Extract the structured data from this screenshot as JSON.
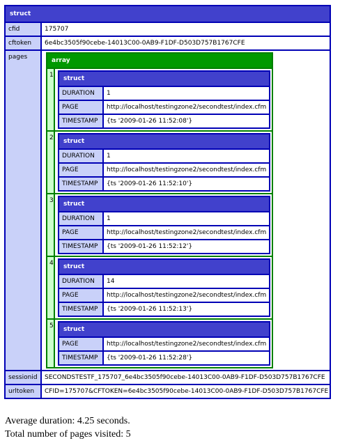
{
  "dump": {
    "title": "struct",
    "cfid": {
      "key": "cfid",
      "value": "175707"
    },
    "cftoken": {
      "key": "cftoken",
      "value": "6e4bc3505f90cebe-14013C00-0AB9-F1DF-D503D757B1767CFE"
    },
    "pages": {
      "key": "pages",
      "array_title": "array",
      "items": [
        {
          "index": "1",
          "title": "struct",
          "duration": "1",
          "page": "http://localhost/testingzone2/secondtest/index.cfm",
          "timestamp": "{ts '2009-01-26 11:52:08'}"
        },
        {
          "index": "2",
          "title": "struct",
          "duration": "1",
          "page": "http://localhost/testingzone2/secondtest/index.cfm",
          "timestamp": "{ts '2009-01-26 11:52:10'}"
        },
        {
          "index": "3",
          "title": "struct",
          "duration": "1",
          "page": "http://localhost/testingzone2/secondtest/index.cfm",
          "timestamp": "{ts '2009-01-26 11:52:12'}"
        },
        {
          "index": "4",
          "title": "struct",
          "duration": "14",
          "page": "http://localhost/testingzone2/secondtest/index.cfm",
          "timestamp": "{ts '2009-01-26 11:52:13'}"
        },
        {
          "index": "5",
          "title": "struct",
          "page": "http://localhost/testingzone2/secondtest/index.cfm",
          "timestamp": "{ts '2009-01-26 11:52:28'}"
        }
      ],
      "labels": {
        "duration": "DURATION",
        "page": "PAGE",
        "timestamp": "TIMESTAMP"
      }
    },
    "sessionid": {
      "key": "sessionid",
      "value": "SECONDSTESTF_175707_6e4bc3505f90cebe-14013C00-0AB9-F1DF-D503D757B1767CFE"
    },
    "urltoken": {
      "key": "urltoken",
      "value": "CFID=175707&CFTOKEN=6e4bc3505f90cebe-14013C00-0AB9-F1DF-D503D757B1767CFE"
    }
  },
  "summary": {
    "average": "Average duration: 4.25 seconds.",
    "total": "Total number of pages visited: 5"
  }
}
